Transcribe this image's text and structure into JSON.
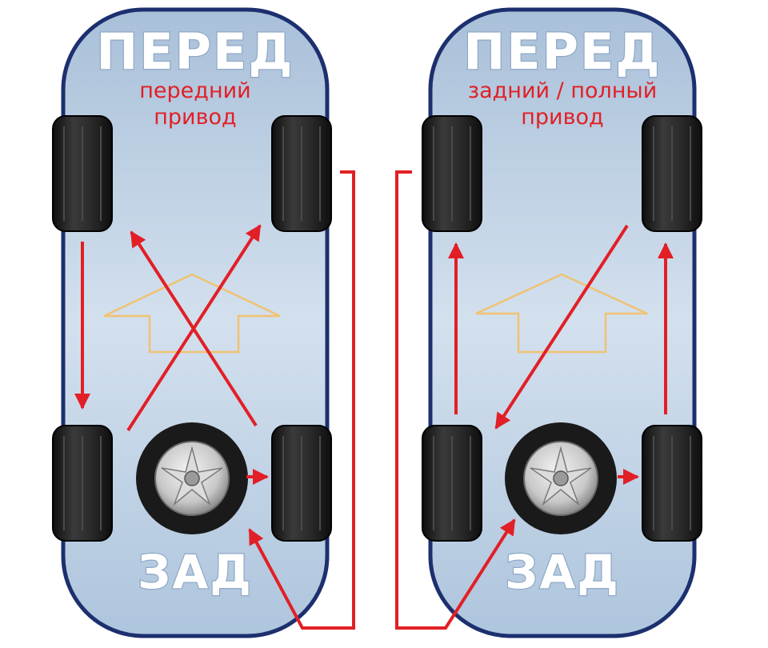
{
  "left_car": {
    "front_label": "ПЕРЕД",
    "drive_line1": "передний",
    "drive_line2": "привод",
    "rear_label": "ЗАД"
  },
  "right_car": {
    "front_label": "ПЕРЕД",
    "drive_line1": "задний / полный",
    "drive_line2": "привод",
    "rear_label": "ЗАД"
  },
  "colors": {
    "arrow": "#e21f26",
    "body_outline": "#1c2f6e",
    "body_fill": "#b6cbe0",
    "tire": "#1d1d1d",
    "direction_arrow": "#f0c272"
  },
  "icons": {
    "tire": "tire-icon",
    "spare_wheel": "spare-wheel-icon",
    "direction": "forward-direction-arrow-icon"
  }
}
